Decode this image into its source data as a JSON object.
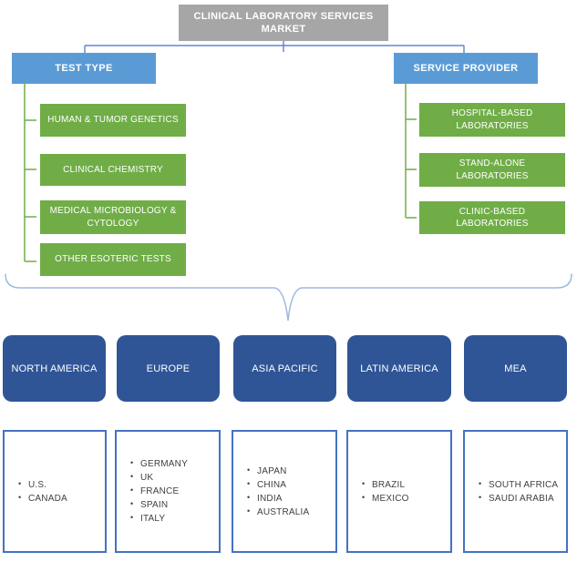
{
  "diagram": {
    "root": {
      "label": "CLINICAL LABORATORY SERVICES MARKET"
    },
    "branches": [
      {
        "label": "TEST TYPE",
        "children": [
          "HUMAN & TUMOR GENETICS",
          "CLINICAL CHEMISTRY",
          "MEDICAL MICROBIOLOGY & CYTOLOGY",
          "OTHER ESOTERIC TESTS"
        ]
      },
      {
        "label": "SERVICE PROVIDER",
        "children": [
          "HOSPITAL-BASED LABORATORIES",
          "STAND-ALONE LABORATORIES",
          "CLINIC-BASED LABORATORIES"
        ]
      }
    ],
    "regions": [
      {
        "label": "NORTH AMERICA",
        "countries": [
          "U.S.",
          "CANADA"
        ]
      },
      {
        "label": "EUROPE",
        "countries": [
          "GERMANY",
          "UK",
          "FRANCE",
          "SPAIN",
          "ITALY"
        ]
      },
      {
        "label": "ASIA PACIFIC",
        "countries": [
          "JAPAN",
          "CHINA",
          "INDIA",
          "AUSTRALIA"
        ]
      },
      {
        "label": "LATIN AMERICA",
        "countries": [
          "BRAZIL",
          "MEXICO"
        ]
      },
      {
        "label": "MEA",
        "countries": [
          "SOUTH AFRICA",
          "SAUDI ARABIA"
        ]
      }
    ],
    "colors": {
      "root_fill": "#A6A6A6",
      "branch_fill": "#5B9BD5",
      "segment_fill": "#70AD47",
      "region_fill": "#2F5597",
      "country_border": "#4472C4",
      "connector_blue": "#4472C4",
      "connector_green": "#70AD47",
      "brace": "#9FB9DF",
      "text_light": "#FFFFFF",
      "text_dark": "#3F3F3F"
    }
  }
}
